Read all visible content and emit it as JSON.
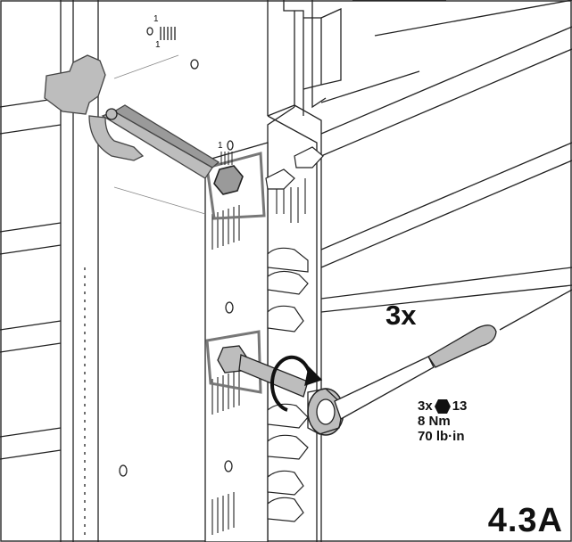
{
  "labels": {
    "repeat": "3x",
    "spec_count": "3x",
    "spec_size": "13",
    "spec_torque_nm": "8 Nm",
    "spec_torque_lbin": "70 lb·in",
    "step": "4.3A",
    "detail_mark_1": "1",
    "detail_mark_2": "1",
    "detail_mark_3": "1"
  },
  "icons": {
    "hex_nut": "hexagon-icon",
    "rotation": "rotation-arrow-icon"
  },
  "colors": {
    "line": "#222222",
    "part_gray": "#bdbdbd",
    "part_gray_dark": "#9a9a9a",
    "callout_gray": "#c8c8c8"
  }
}
